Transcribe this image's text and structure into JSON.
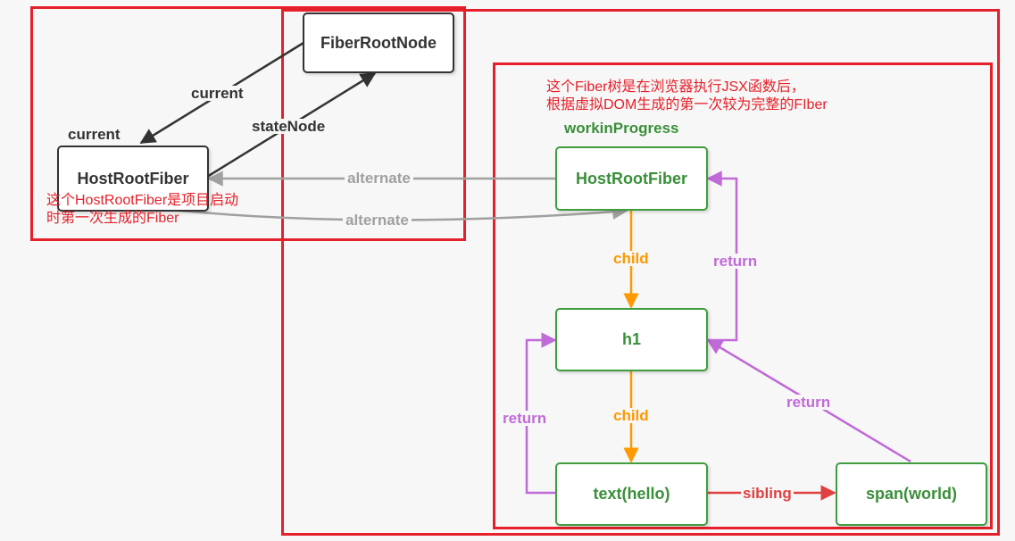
{
  "nodes": {
    "fiber_root_node": "FiberRootNode",
    "host_root_fiber_current": "HostRootFiber",
    "host_root_fiber_wip": "HostRootFiber",
    "h1": "h1",
    "text_hello": "text(hello)",
    "span_world": "span(world)"
  },
  "labels": {
    "current_edge": "current",
    "current_tree": "current",
    "state_node": "stateNode",
    "alternate_top": "alternate",
    "alternate_bottom": "alternate",
    "work_in_progress": "workinProgress",
    "child_1": "child",
    "child_2": "child",
    "return_1": "return",
    "return_2": "return",
    "return_3": "return",
    "sibling": "sibling"
  },
  "notes": {
    "wip_note_line1": "这个Fiber树是在浏览器执行JSX函数后，",
    "wip_note_line2": "根据虚拟DOM生成的第一次较为完整的FIber",
    "current_note_line1": "这个HostRootFiber是项目启动",
    "current_note_line2": "时第一次生成的Fiber"
  },
  "colors": {
    "frame": "#e6202a",
    "child": "#ff9900",
    "return": "#c06ad8",
    "sibling": "#e04040",
    "alternate": "#a0a0a0",
    "green_node": "#3f9c3f",
    "dark": "#333333"
  }
}
